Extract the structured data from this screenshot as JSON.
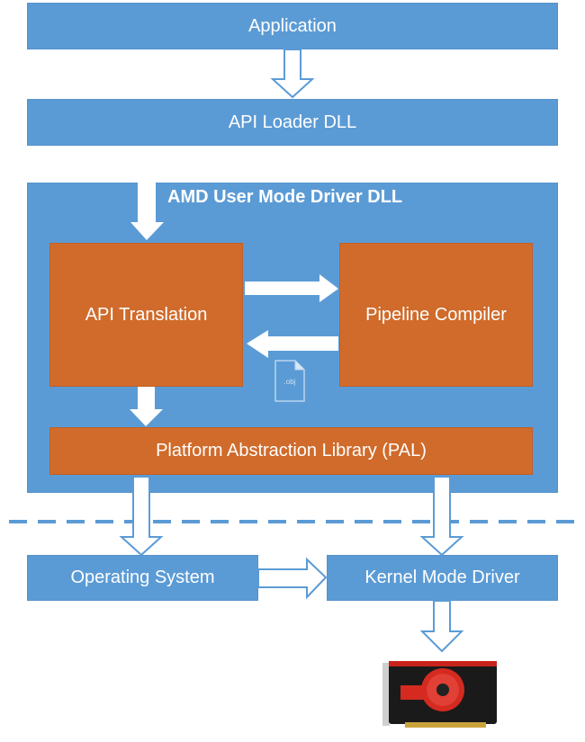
{
  "diagram": {
    "application": "Application",
    "api_loader": "API Loader DLL",
    "umd_title": "AMD User Mode Driver DLL",
    "api_translation": "API Translation",
    "pipeline_compiler": "Pipeline Compiler",
    "obj_file_label": ".obj",
    "pal": "Platform Abstraction Library (PAL)",
    "operating_system": "Operating System",
    "kernel_mode_driver": "Kernel Mode Driver",
    "gpu_icon": "graphics-card-icon"
  },
  "colors": {
    "blue": "#5b9bd5",
    "orange": "#d06b2b",
    "white": "#ffffff"
  }
}
